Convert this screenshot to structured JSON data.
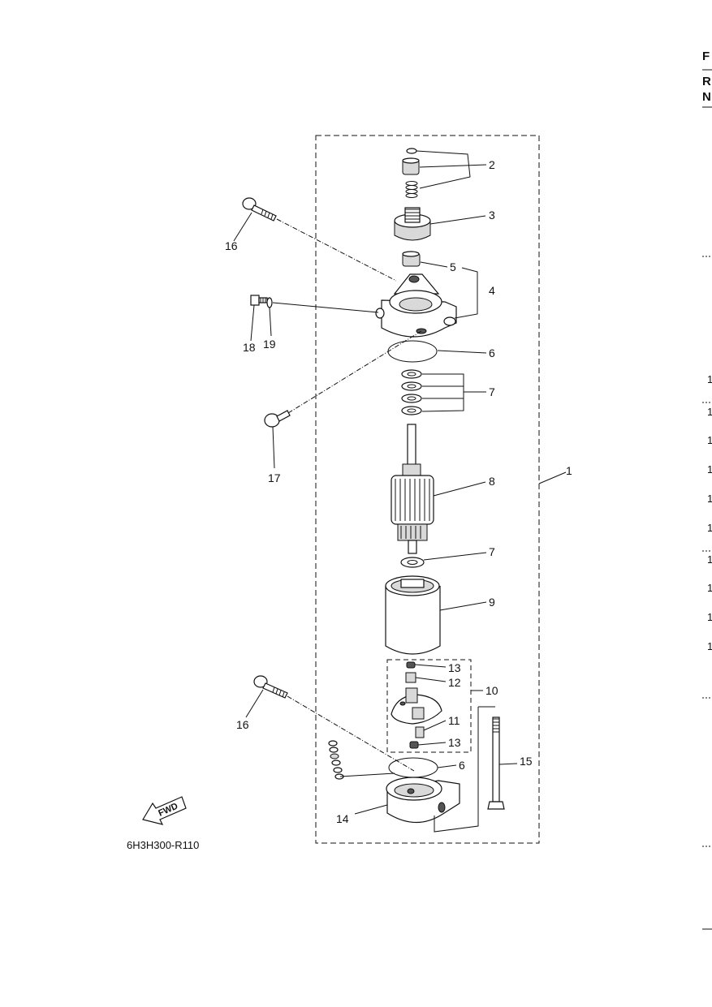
{
  "diagram": {
    "figure_code": "6H3H300-R110",
    "fwd_label": "FWD",
    "callouts": {
      "c1": "1",
      "c2": "2",
      "c3": "3",
      "c4": "4",
      "c5": "5",
      "c6a": "6",
      "c6b": "6",
      "c7a": "7",
      "c7b": "7",
      "c8": "8",
      "c9": "9",
      "c10": "10",
      "c11": "11",
      "c12": "12",
      "c13a": "13",
      "c13b": "13",
      "c14": "14",
      "c15": "15",
      "c16a": "16",
      "c16b": "16",
      "c17": "17",
      "c18": "18",
      "c19": "19"
    }
  },
  "right_edge": {
    "header_letters": [
      "F",
      "R",
      "N"
    ],
    "row_marks": [
      "1",
      "1",
      "1",
      "1",
      "1",
      "1",
      "1",
      "1",
      "1",
      "1"
    ]
  }
}
